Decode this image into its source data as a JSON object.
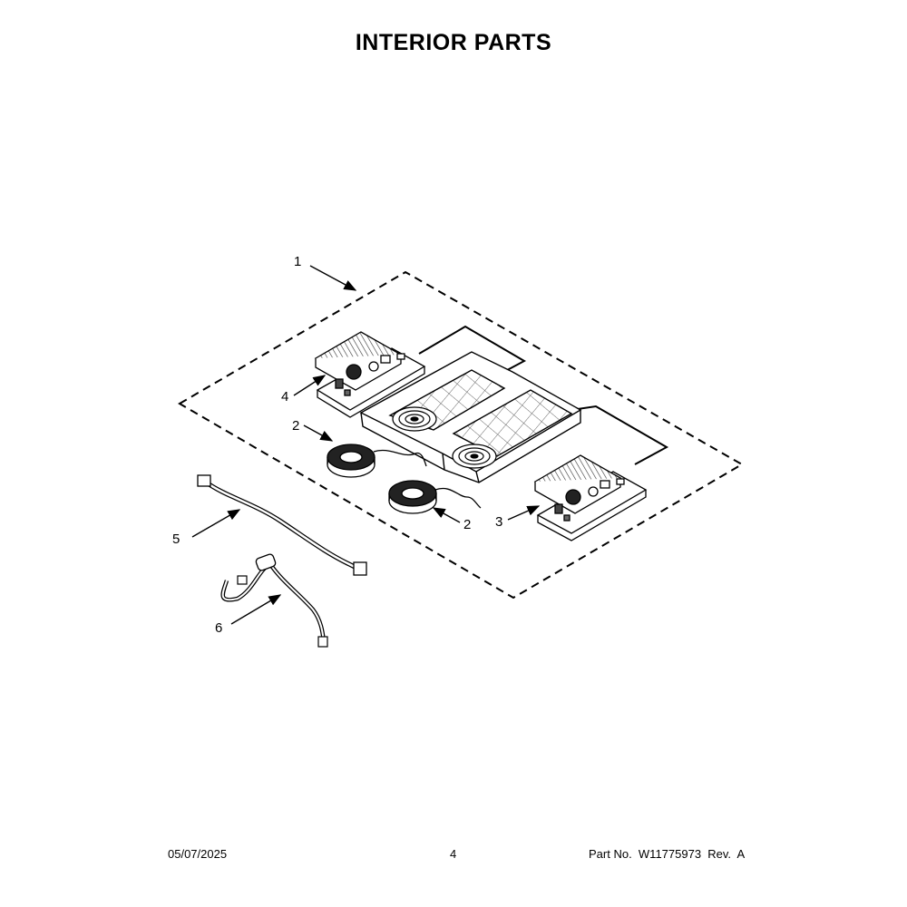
{
  "title": "INTERIOR PARTS",
  "callouts": {
    "c1": "1",
    "c2a": "2",
    "c2b": "2",
    "c3": "3",
    "c4": "4",
    "c5": "5",
    "c6": "6"
  },
  "footer": {
    "date": "05/07/2025",
    "page": "4",
    "part": "Part No.  W11775973  Rev.  A"
  }
}
